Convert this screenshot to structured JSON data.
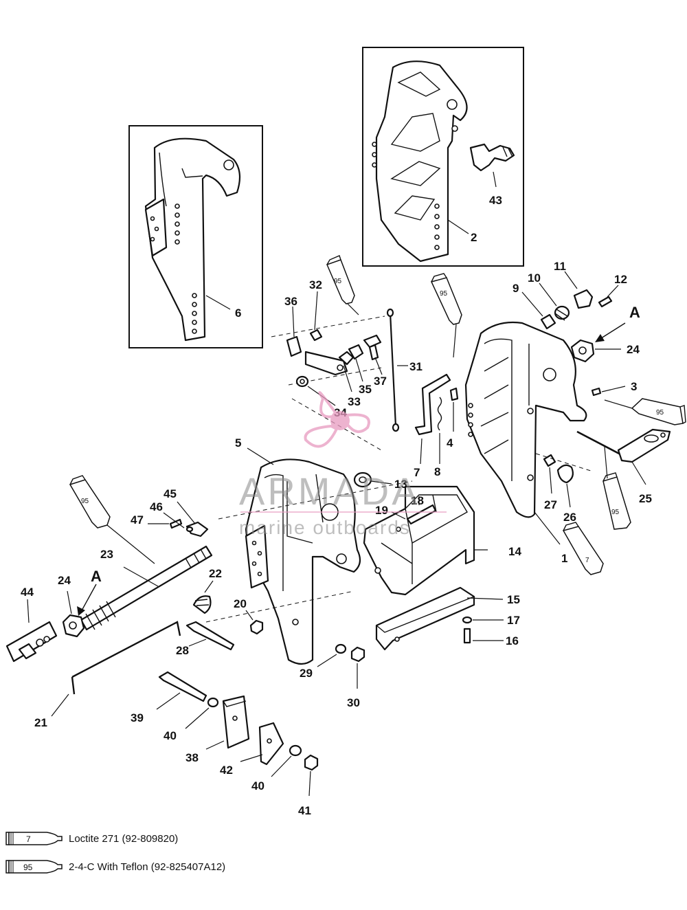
{
  "callouts": {
    "c1": "1",
    "c2": "2",
    "c3": "3",
    "c4": "4",
    "c5": "5",
    "c6": "6",
    "c7": "7",
    "c8": "8",
    "c9": "9",
    "c10": "10",
    "c11": "11",
    "c12": "12",
    "c13": "13",
    "c14": "14",
    "c15": "15",
    "c16": "16",
    "c17": "17",
    "c18": "18",
    "c19": "19",
    "c20": "20",
    "c21": "21",
    "c22": "22",
    "c23": "23",
    "c24a": "24",
    "c24b": "24",
    "c25": "25",
    "c26": "26",
    "c27": "27",
    "c28": "28",
    "c29": "29",
    "c30": "30",
    "c31": "31",
    "c32": "32",
    "c33": "33",
    "c34": "34",
    "c35": "35",
    "c36": "36",
    "c37": "37",
    "c38": "38",
    "c39": "39",
    "c40a": "40",
    "c40b": "40",
    "c41": "41",
    "c42": "42",
    "c43": "43",
    "c44": "44",
    "c45": "45",
    "c46": "46",
    "c47": "47",
    "arrowA1": "A",
    "arrowA2": "A"
  },
  "tube_labels": {
    "t95": "95",
    "t7": "7"
  },
  "legend": [
    {
      "code": "7",
      "text": "Loctite 271 (92-809820)"
    },
    {
      "code": "95",
      "text": "2-4-C  With Teflon (92-825407A12)"
    }
  ],
  "watermark": {
    "brand": "ARMADA",
    "tagline": "marine outboards",
    "accent_color": "#e89ac0"
  }
}
